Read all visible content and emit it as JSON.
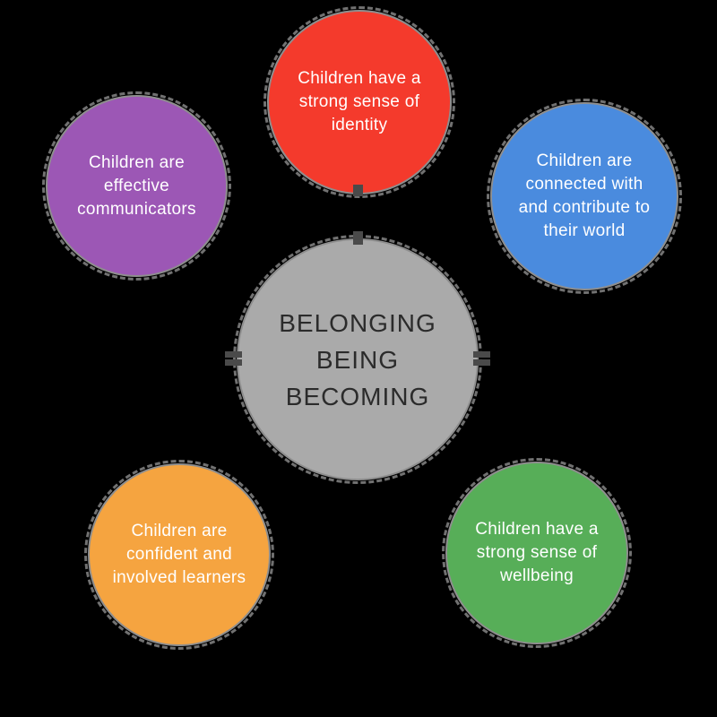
{
  "background": "#000000",
  "edge_halo": "#8e8e8e",
  "connector_color": "#4a4a4a",
  "circles": {
    "center": {
      "fill": "#aaaaaa",
      "text_color": "#2b2b2b",
      "lines": [
        "BELONGING",
        "BEING",
        "BECOMING"
      ]
    },
    "identity": {
      "fill": "#f43a2c",
      "text_color": "#ffffff",
      "lines": [
        "Children have a",
        "strong sense of",
        "identity"
      ]
    },
    "connected": {
      "fill": "#4a8bde",
      "text_color": "#ffffff",
      "lines": [
        "Children are",
        "connected with",
        "and contribute to",
        "their world"
      ]
    },
    "communicators": {
      "fill": "#9c57b5",
      "text_color": "#ffffff",
      "lines": [
        "Children are",
        "effective",
        "communicators"
      ]
    },
    "learners": {
      "fill": "#f5a440",
      "text_color": "#ffffff",
      "lines": [
        "Children are",
        "confident and",
        "involved learners"
      ]
    },
    "wellbeing": {
      "fill": "#57ae58",
      "text_color": "#ffffff",
      "lines": [
        "Children have a",
        "strong sense of",
        "wellbeing"
      ]
    }
  }
}
